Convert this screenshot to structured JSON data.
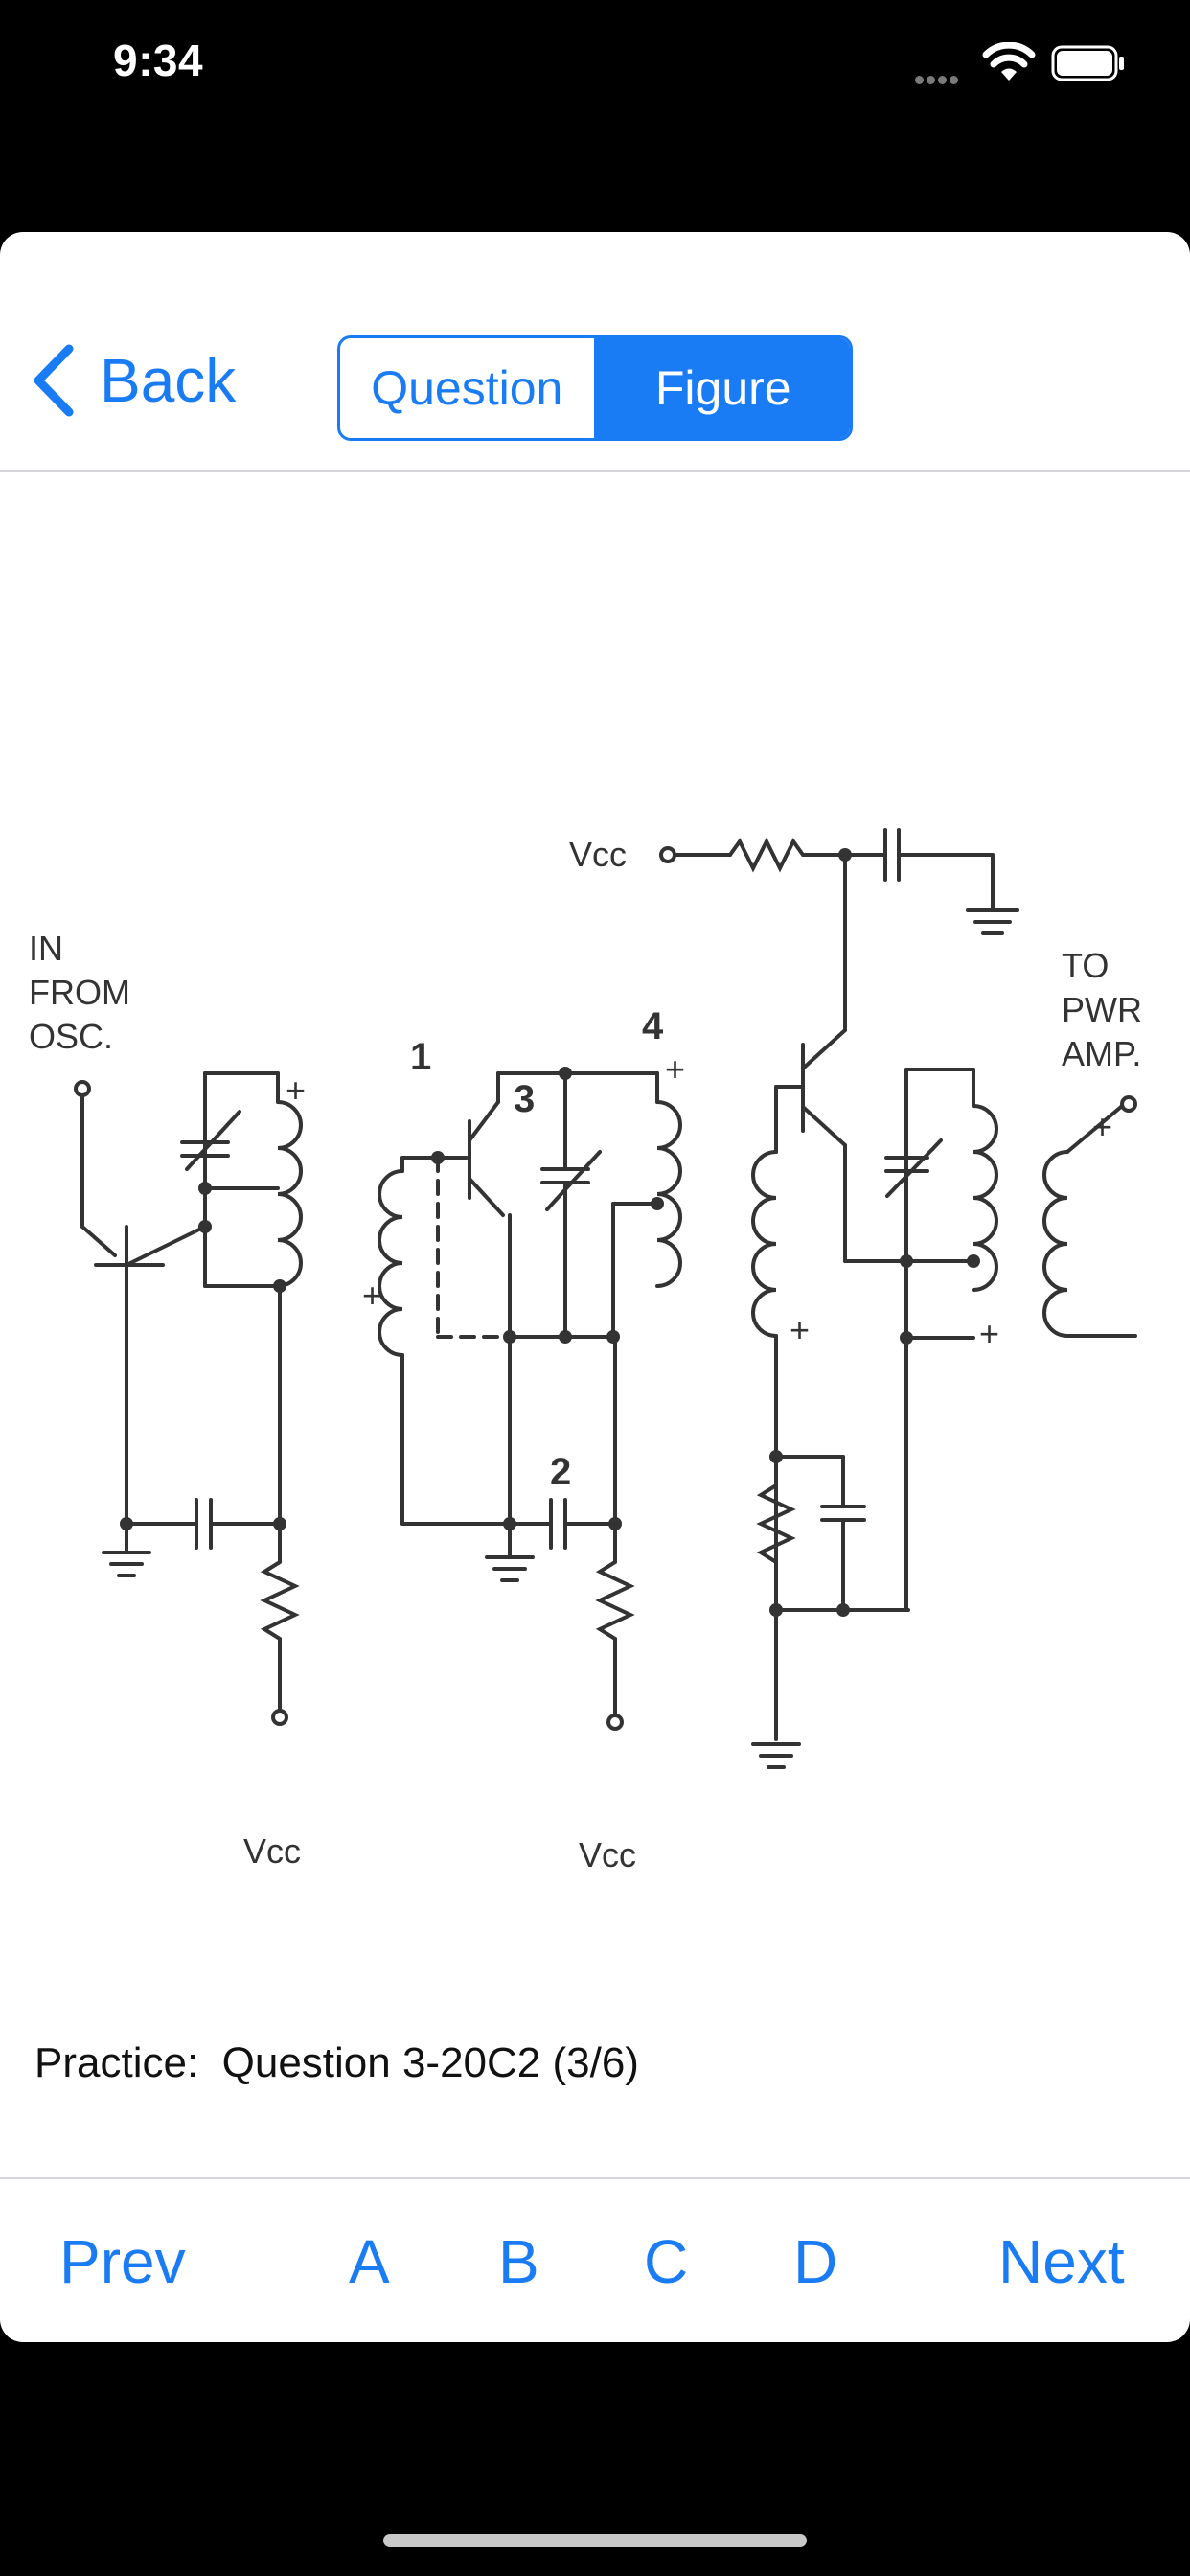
{
  "status_bar": {
    "time": "9:34"
  },
  "nav": {
    "back_label": "Back",
    "segments": [
      {
        "label": "Question",
        "selected": false
      },
      {
        "label": "Figure",
        "selected": true
      }
    ]
  },
  "figure": {
    "labels": {
      "in_from_osc": [
        "IN",
        "FROM",
        "OSC."
      ],
      "to_pwr_amp": [
        "TO",
        "PWR",
        "AMP."
      ],
      "vcc": "Vcc",
      "points": [
        "1",
        "2",
        "3",
        "4"
      ],
      "plus": "+"
    }
  },
  "caption": {
    "prefix": "Practice:",
    "question": "Question 3-20C2 (3/6)"
  },
  "toolbar": {
    "prev": "Prev",
    "answers": [
      "A",
      "B",
      "C",
      "D"
    ],
    "next": "Next"
  },
  "colors": {
    "accent": "#1a7cf5",
    "background": "#000000",
    "card": "#ffffff"
  }
}
